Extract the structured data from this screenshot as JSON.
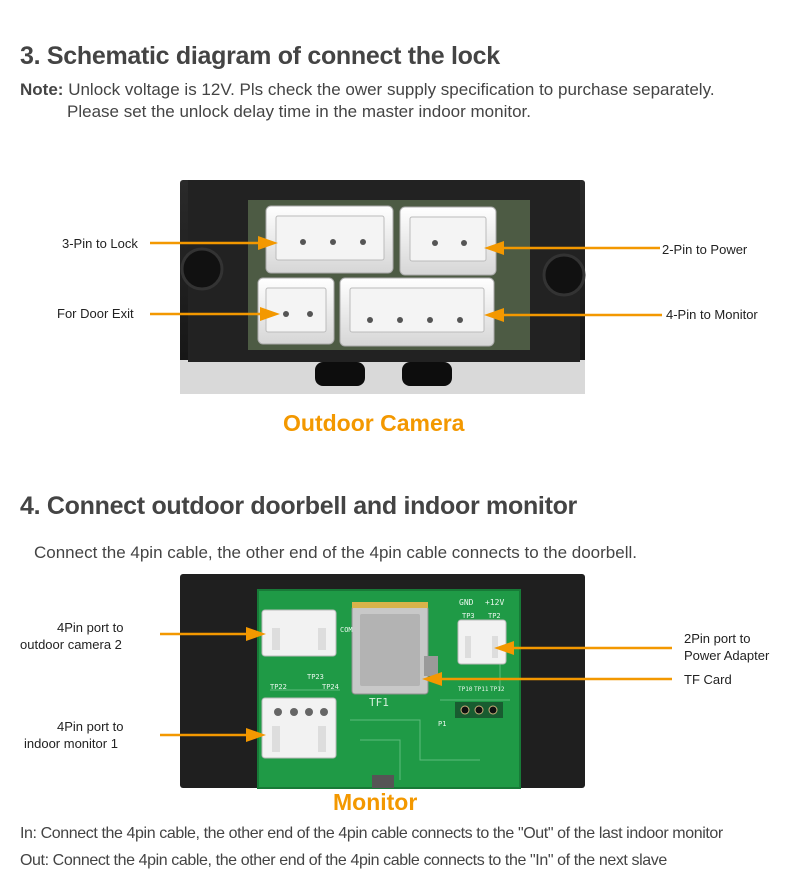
{
  "section3": {
    "title": "3. Schematic diagram of connect the lock",
    "note_label": "Note:",
    "note_line1": "Unlock voltage is 12V.  Pls check the ower supply specification to purchase separately.",
    "note_line2": "Please set the unlock delay time in the master indoor monitor.",
    "labels": {
      "pin3_lock": "3-Pin to Lock",
      "door_exit": "For Door Exit",
      "pin2_power": "2-Pin to Power",
      "pin4_monitor": "4-Pin to Monitor"
    },
    "caption": "Outdoor Camera"
  },
  "section4": {
    "title": "4. Connect outdoor doorbell and indoor monitor",
    "intro": "Connect the 4pin cable, the other end of the 4pin cable connects to the doorbell.",
    "labels": {
      "port_cam2_l1": "4Pin port to",
      "port_cam2_l2": "outdoor camera 2",
      "port_mon1_l1": "4Pin port to",
      "port_mon1_l2": "indoor monitor 1",
      "power_l1": "2Pin port to",
      "power_l2": "Power Adapter",
      "tf_card": "TF Card"
    },
    "board_text": {
      "tf": "TF1",
      "gnd": "GND",
      "v12": "+12V",
      "tp3": "TP3",
      "tp2": "TP2",
      "tp22": "TP22",
      "tp23": "TP23",
      "tp24": "TP24",
      "tp10": "TP10",
      "tp11": "TP11",
      "tp12": "TP12",
      "com": "COM",
      "p1": "P1"
    },
    "caption": "Monitor",
    "in_text": "In: Connect the 4pin cable, the other end of the 4pin cable connects to the \"Out\" of the last indoor monitor",
    "out_text": "Out:  Connect the 4pin cable, the other end of the 4pin cable connects to the \"In\" of the next slave"
  },
  "colors": {
    "accent_orange": "#f39800",
    "pcb_green": "#1f9a46",
    "housing_dark": "#1e1e1e"
  }
}
